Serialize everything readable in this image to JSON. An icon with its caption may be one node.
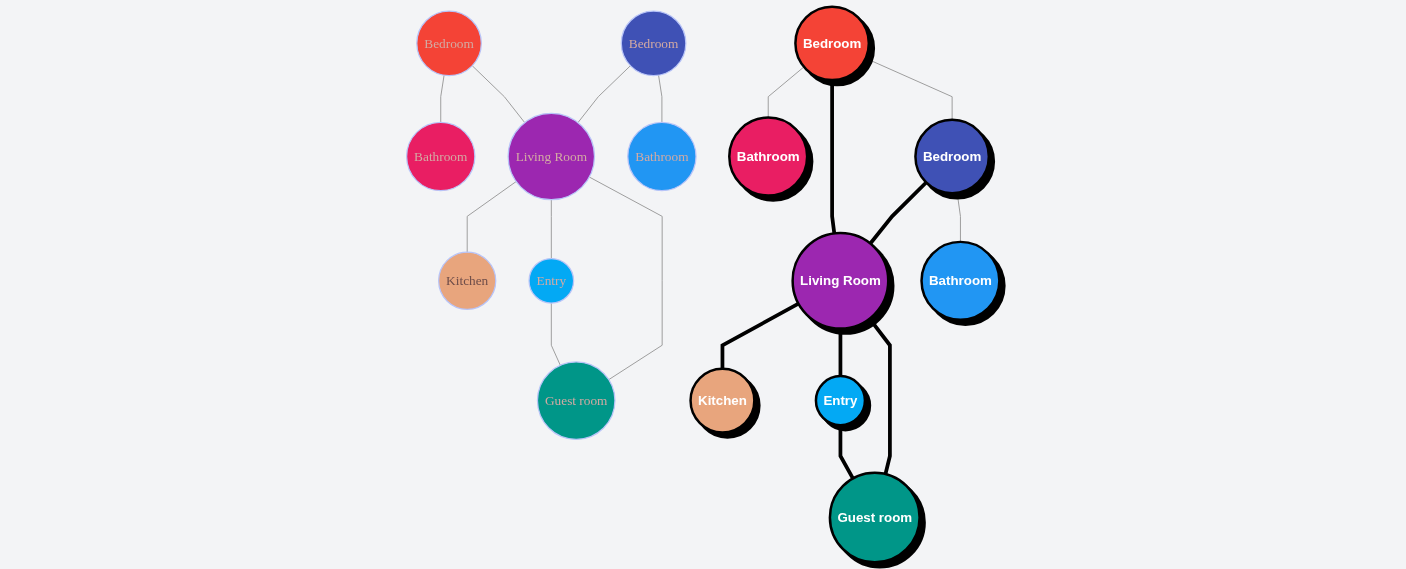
{
  "diagram": {
    "nodes": [
      {
        "text": [
          "Bedroom"
        ]
      },
      {
        "text": [
          "Bedroom"
        ]
      },
      {
        "text": [
          "Bathroom"
        ]
      },
      {
        "text": [
          "Bathroom"
        ]
      },
      {
        "text": [
          "Living Room"
        ]
      },
      {
        "text": [
          "Kitchen"
        ]
      },
      {
        "text": [
          "Entry"
        ]
      },
      {
        "text": [
          "Guest room"
        ]
      },
      {
        "text": [
          "Bedroom"
        ]
      },
      {
        "text": [
          "Bedroom"
        ]
      },
      {
        "text": [
          "Bathroom"
        ]
      },
      {
        "text": [
          "Bathroom"
        ]
      },
      {
        "text": [
          "Living Room"
        ]
      },
      {
        "text": [
          "Kitchen"
        ]
      },
      {
        "text": [
          "Entry"
        ]
      },
      {
        "text": [
          "Guest room"
        ]
      }
    ],
    "edges": [
      {
        "from": 0,
        "to": 2,
        "arrow": "none"
      },
      {
        "from": 0,
        "to": 4,
        "arrow": "none"
      },
      {
        "from": 1,
        "to": 4,
        "arrow": "none"
      },
      {
        "from": 1,
        "to": 3,
        "arrow": "none"
      },
      {
        "from": 4,
        "to": 5,
        "arrow": "none"
      },
      {
        "from": 4,
        "to": 6,
        "arrow": "none"
      },
      {
        "from": 4,
        "to": 7,
        "arrow": "none"
      },
      {
        "from": 6,
        "to": 7,
        "arrow": "none"
      },
      {
        "from": 8,
        "to": 10,
        "arrow": "none"
      },
      {
        "from": 8,
        "to": 12,
        "arrow": "none",
        "style": "thick",
        "color": "#000000"
      },
      {
        "from": 8,
        "to": 9,
        "arrow": "none"
      },
      {
        "from": 9,
        "to": 12,
        "arrow": "none",
        "style": "thick",
        "color": "#000000"
      },
      {
        "from": 9,
        "to": 11,
        "arrow": "none"
      },
      {
        "from": 12,
        "to": 13,
        "arrow": "none",
        "style": "thick",
        "color": "#000000"
      },
      {
        "from": 12,
        "to": 14,
        "arrow": "none",
        "style": "thick",
        "color": "#000000"
      },
      {
        "from": 12,
        "to": 15,
        "arrow": "none",
        "style": "thick",
        "color": "#000000"
      },
      {
        "from": 14,
        "to": 15,
        "arrow": "none",
        "style": "thick",
        "color": "#000000"
      }
    ]
  }
}
